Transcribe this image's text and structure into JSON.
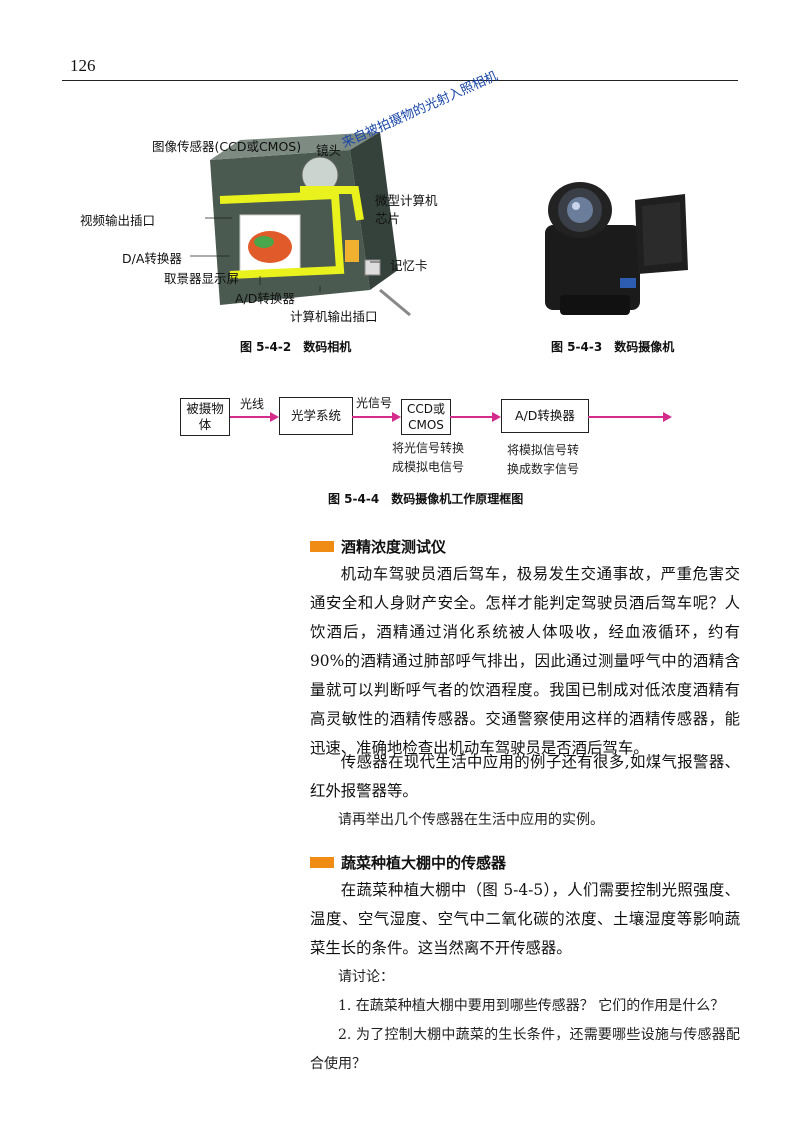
{
  "page": {
    "number": "126"
  },
  "figure_camera": {
    "labels": {
      "image_sensor": "图像传感器(CCD或CMOS)",
      "lens": "镜头",
      "light_in": "来自被拍摄物的光射入照相机",
      "micro_computer_1": "微型计算机",
      "micro_computer_2": "芯片",
      "video_out": "视频输出插口",
      "da_converter": "D/A转换器",
      "viewfinder": "取景器显示屏",
      "memory_card": "记忆卡",
      "ad_converter": "A/D转换器",
      "computer_out": "计算机输出插口"
    },
    "caption": "图 5-4-2　数码相机"
  },
  "figure_camcorder": {
    "caption": "图 5-4-3　数码摄像机"
  },
  "figure_block": {
    "blocks": {
      "object": "被摄物体",
      "optical": "光学系统",
      "ccd": "CCD或CMOS",
      "ad": "A/D转换器"
    },
    "edges": {
      "light": "光线",
      "light_signal": "光信号"
    },
    "notes": {
      "ccd_note_1": "将光信号转换",
      "ccd_note_2": "成模拟电信号",
      "ad_note_1": "将模拟信号转",
      "ad_note_2": "换成数字信号"
    },
    "caption": "图 5-4-4　数码摄像机工作原理框图"
  },
  "section_alcohol": {
    "title": "酒精浓度测试仪",
    "text": "机动车驾驶员酒后驾车，极易发生交通事故，严重危害交通安全和人身财产安全。怎样才能判定驾驶员酒后驾车呢？人饮酒后，酒精通过消化系统被人体吸收，经血液循环，约有90%的酒精通过肺部呼气排出，因此通过测量呼气中的酒精含量就可以判断呼气者的饮酒程度。我国已制成对低浓度酒精有高灵敏性的酒精传感器。交通警察使用这样的酒精传感器，能迅速、准确地检查出机动车驾驶员是否酒后驾车。"
  },
  "section_apps": {
    "text": "传感器在现代生活中应用的例子还有很多,如煤气报警器、红外报警器等。",
    "prompt": "请再举出几个传感器在生活中应用的实例。"
  },
  "section_greenhouse": {
    "title": "蔬菜种植大棚中的传感器",
    "text": "在蔬菜种植大棚中（图 5-4-5），人们需要控制光照强度、温度、空气湿度、空气中二氧化碳的浓度、土壤湿度等影响蔬菜生长的条件。这当然离不开传感器。",
    "discuss": "请讨论：",
    "q1": "1. 在蔬菜种植大棚中要用到哪些传感器？ 它们的作用是什么？",
    "q2": "2. 为了控制大棚中蔬菜的生长条件，还需要哪些设施与传感器配合使用？"
  }
}
